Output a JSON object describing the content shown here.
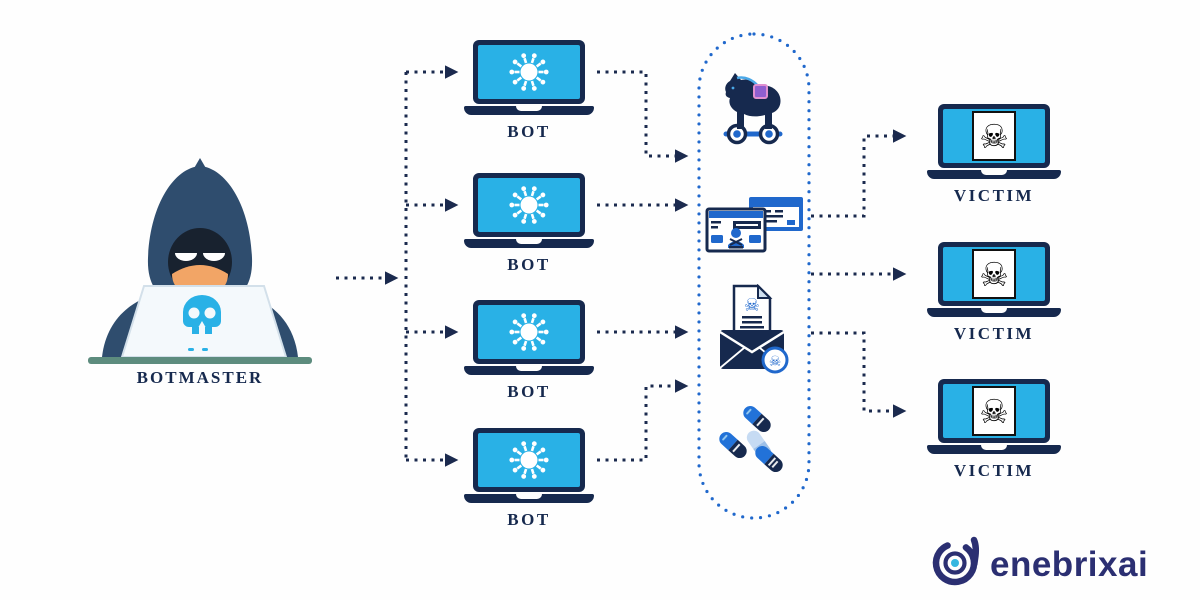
{
  "diagram": {
    "botmaster": {
      "label": "BOTMASTER",
      "icon": "hooded-hacker-with-laptop",
      "laptop_icon": "skull-icon"
    },
    "bots": [
      {
        "label": "BOT",
        "icon": "virus-icon"
      },
      {
        "label": "BOT",
        "icon": "virus-icon"
      },
      {
        "label": "BOT",
        "icon": "virus-icon"
      },
      {
        "label": "BOT",
        "icon": "virus-icon"
      }
    ],
    "attack_channel": {
      "items": [
        {
          "name": "trojan-horse"
        },
        {
          "name": "fake-id-cards"
        },
        {
          "name": "phishing-email"
        },
        {
          "name": "illegal-pills"
        }
      ]
    },
    "victims": [
      {
        "label": "VICTIM",
        "icon": "skull-crossbones-icon"
      },
      {
        "label": "VICTIM",
        "icon": "skull-crossbones-icon"
      },
      {
        "label": "VICTIM",
        "icon": "skull-crossbones-icon"
      }
    ]
  },
  "branding": {
    "logo_text": "enebrixai"
  },
  "glyphs": {
    "skull": "☠"
  },
  "colors": {
    "navy": "#16294e",
    "screen_cyan": "#29b1e6",
    "blue": "#2068cc",
    "hood": "#2f4d6e",
    "skin": "#f2a566",
    "desk": "#5d8c7e",
    "logo_navy": "#2b2f72",
    "logo_cyan": "#35b6e0"
  }
}
